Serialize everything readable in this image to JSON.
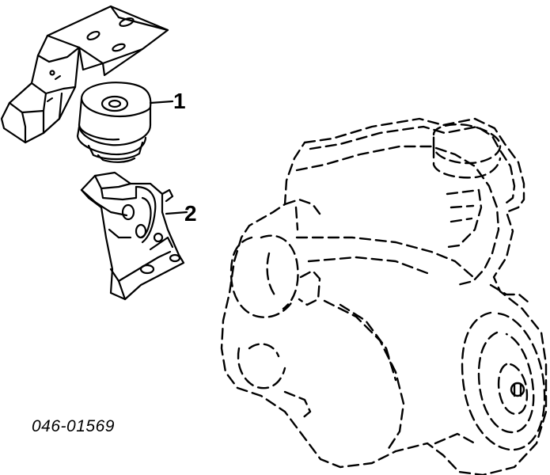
{
  "callouts": [
    {
      "label": "1"
    },
    {
      "label": "2"
    }
  ],
  "part_code": "046-01569",
  "colors": {
    "ink": "#000000",
    "background": "#ffffff"
  }
}
